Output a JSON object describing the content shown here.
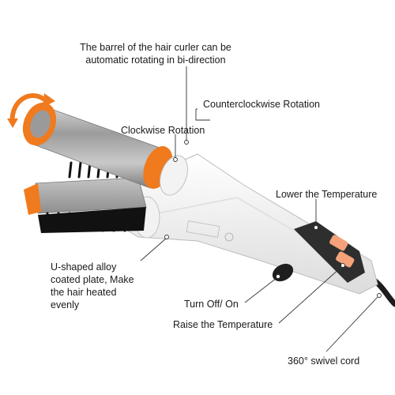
{
  "annotations": {
    "barrel": "The barrel of the hair curler can be automatic rotating in bi-direction",
    "counterclockwise": "Counterclockwise Rotation",
    "clockwise": "Clockwise Rotation",
    "lower_temp": "Lower the Temperature",
    "plate": "U-shaped alloy coated plate, Make the hair heated evenly",
    "turn_off_on": "Turn Off/ On",
    "raise_temp": "Raise the Temperature",
    "cord": "360° swivel cord"
  },
  "colors": {
    "accent_orange": "#f07a1e",
    "body_white": "#f4f4f4",
    "barrel_silver": "#a8a8a8",
    "handle_dark": "#2a2a2a",
    "button_orange": "#f5a27a"
  }
}
